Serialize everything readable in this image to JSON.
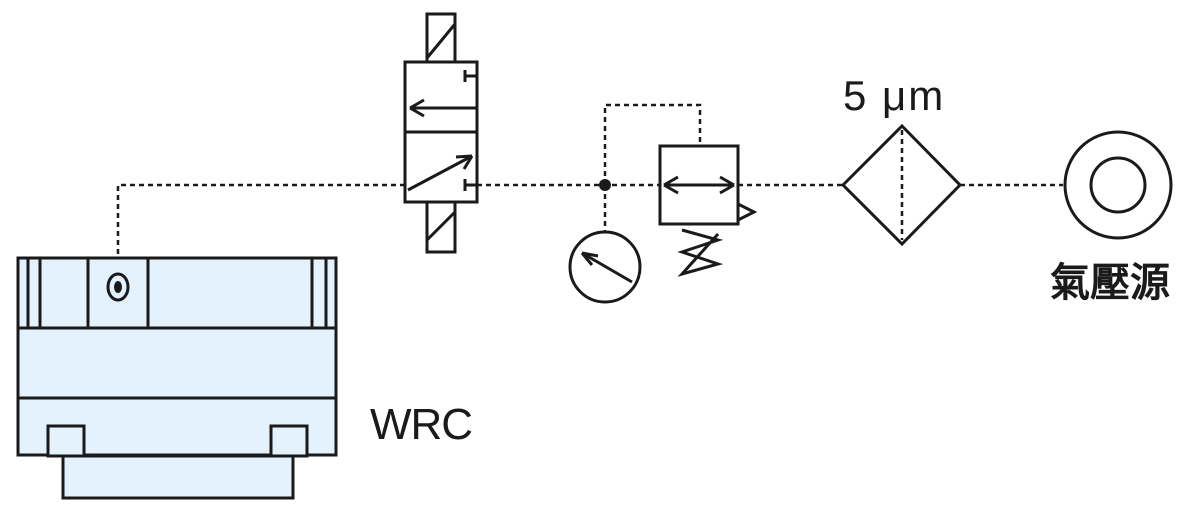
{
  "labels": {
    "gripper": "WRC",
    "filter_rating": "5 μm",
    "air_source": "氣壓源"
  },
  "colors": {
    "line": "#1a1a1a",
    "gripper_fill": "#e3f2fc"
  }
}
